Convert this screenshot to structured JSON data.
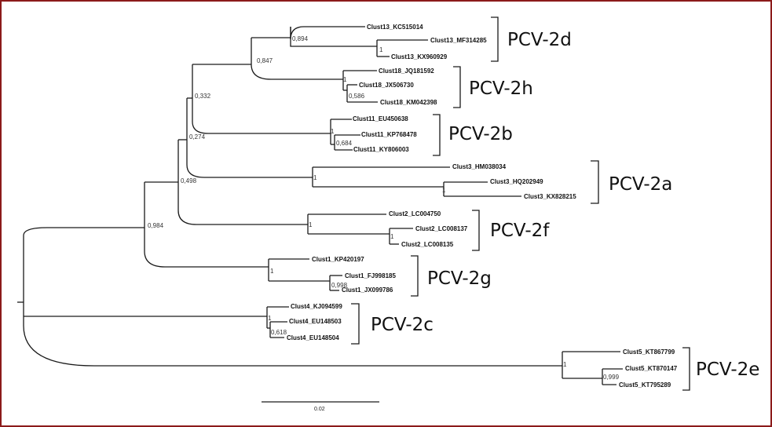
{
  "taxa": [
    "Clust13_KC515014",
    "Clust13_MF314285",
    "Clust13_KX960929",
    "Clust18_JQ181592",
    "Clust18_JX506730",
    "Clust18_KM042398",
    "Clust11_EU450638",
    "Clust11_KP768478",
    "Clust11_KY806003",
    "Clust3_HM038034",
    "Clust3_HQ202949",
    "Clust3_KX828215",
    "Clust2_LC004750",
    "Clust2_LC008137",
    "Clust2_LC008135",
    "Clust1_KP420197",
    "Clust1_FJ998185",
    "Clust1_JX099786",
    "Clust4_KJ094599",
    "Clust4_EU148503",
    "Clust4_EU148504",
    "Clust5_KT867799",
    "Clust5_KT870147",
    "Clust5_KT795289"
  ],
  "support_values": {
    "n_2d_inner": "1",
    "n_2d": "0,894",
    "n_2d_2h": "0,847",
    "n_2h": "1",
    "n_2h_inner": "0,586",
    "n_2dhb": "0,332",
    "n_2b": "1",
    "n_2b_inner": "0,684",
    "n_2dhba": "0,274",
    "n_2a": "1",
    "n_2a_inner": "1",
    "n_2dhbaf": "0,498",
    "n_2f": "1",
    "n_2f_inner": "1",
    "n_2dhbafg": "0,984",
    "n_2g": "1",
    "n_2g_inner": "0,998",
    "n_2c": "1",
    "n_2c_inner": "0,618",
    "n_2e": "1",
    "n_2e_inner": "0,999"
  },
  "clades": {
    "pcv2d": "PCV-2d",
    "pcv2h": "PCV-2h",
    "pcv2b": "PCV-2b",
    "pcv2a": "PCV-2a",
    "pcv2f": "PCV-2f",
    "pcv2g": "PCV-2g",
    "pcv2c": "PCV-2c",
    "pcv2e": "PCV-2e"
  },
  "scale_bar": {
    "label": "0.02"
  },
  "colors": {
    "frame": "#8b1a1a",
    "line": "#1a1a1a"
  }
}
